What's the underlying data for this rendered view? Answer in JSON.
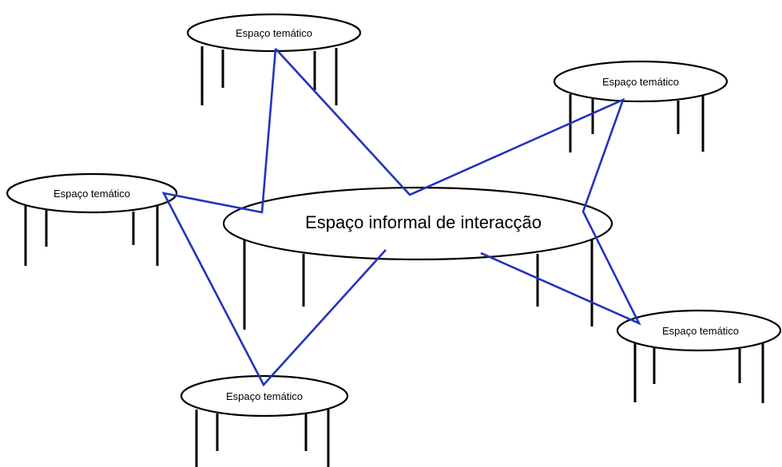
{
  "diagram": {
    "center_table": {
      "label": "Espaço informal de interacção"
    },
    "theme_tables": [
      {
        "label": "Espaço temático"
      },
      {
        "label": "Espaço temático"
      },
      {
        "label": "Espaço temático"
      },
      {
        "label": "Espaço temático"
      },
      {
        "label": "Espaço temático"
      }
    ],
    "connector_color": "#2233bb"
  }
}
